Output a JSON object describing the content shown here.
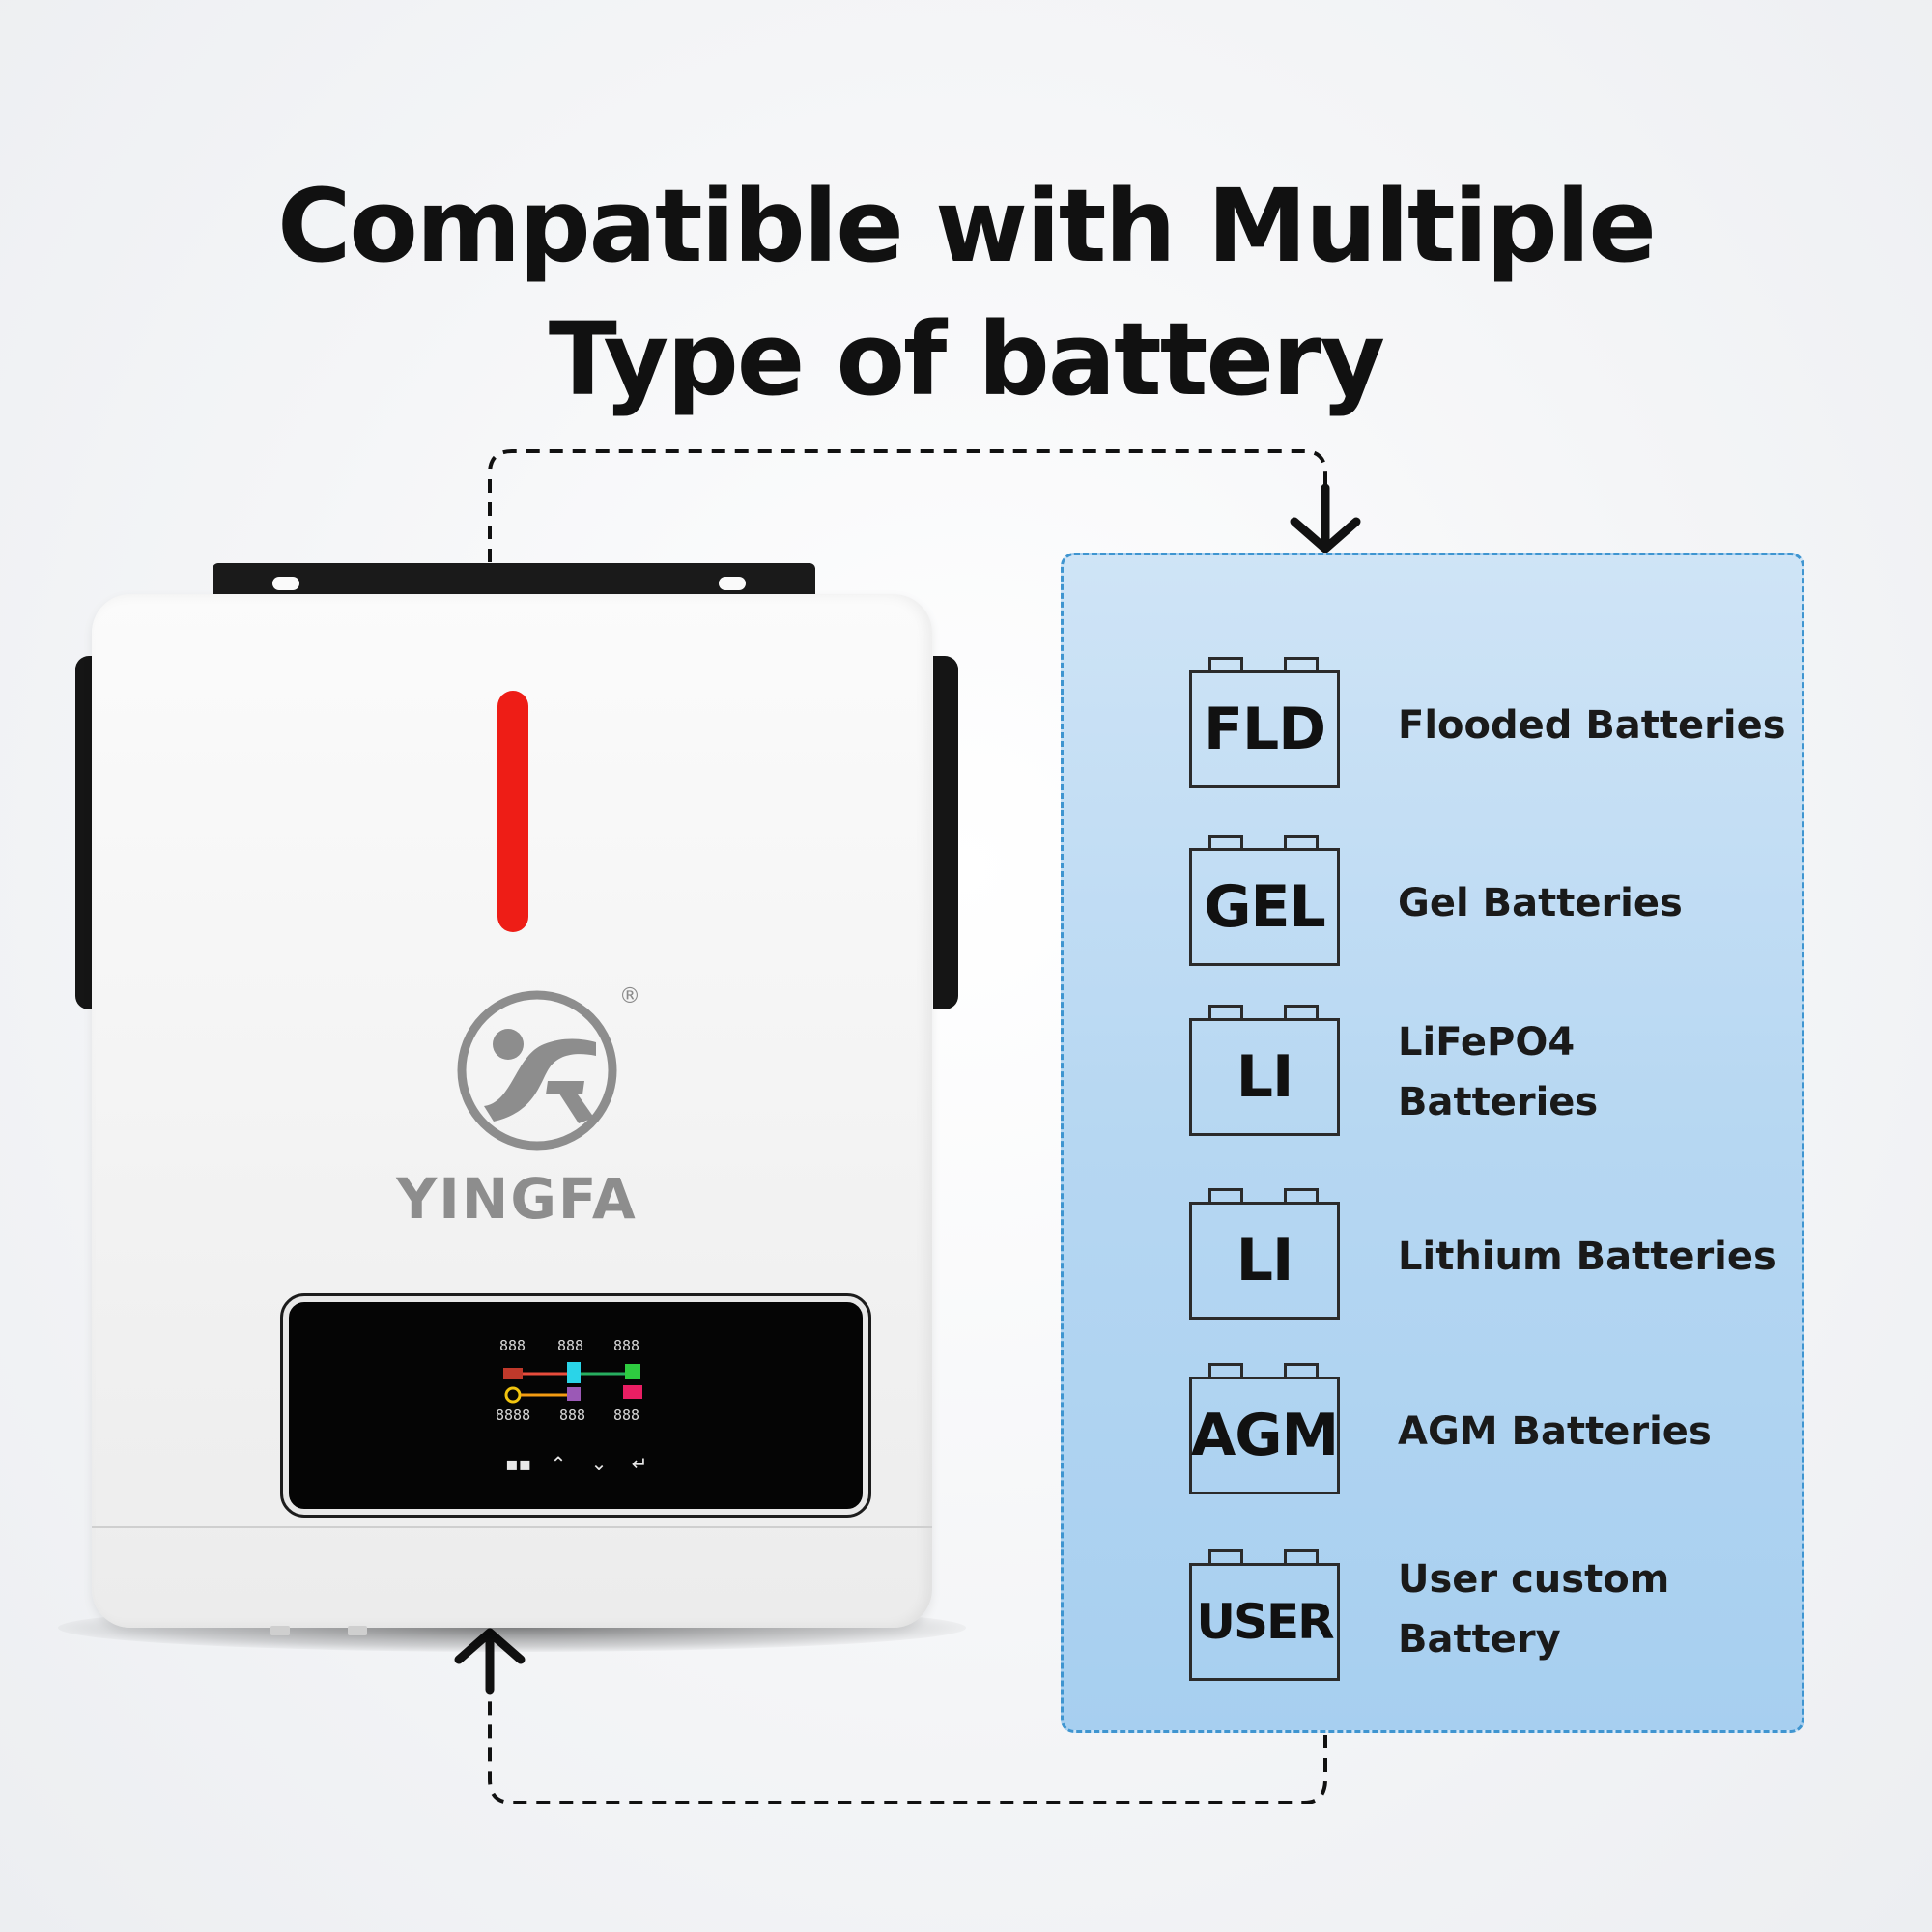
{
  "heading": {
    "line1": "Compatible with Multiple",
    "line2": "Type of battery"
  },
  "product": {
    "brand": "YINGFA",
    "registered_mark": "®",
    "logo_icon": "yingfa-logo-icon",
    "lcd_readouts": [
      "888",
      "888",
      "888",
      "8888",
      "888",
      "888"
    ],
    "keys": [
      {
        "icon": "menu-grid-icon",
        "glyph": "▪▪"
      },
      {
        "icon": "up-arrow-icon",
        "glyph": "⌃"
      },
      {
        "icon": "down-arrow-icon",
        "glyph": "⌄"
      },
      {
        "icon": "enter-icon",
        "glyph": "↵"
      }
    ]
  },
  "batteries": [
    {
      "code": "FLD",
      "label_line1": "Flooded Batteries",
      "label_line2": ""
    },
    {
      "code": "GEL",
      "label_line1": "Gel Batteries",
      "label_line2": ""
    },
    {
      "code": "LI",
      "label_line1": "LiFePO4",
      "label_line2": "Batteries"
    },
    {
      "code": "LI",
      "label_line1": "Lithium Batteries",
      "label_line2": ""
    },
    {
      "code": "AGM",
      "label_line1": "AGM Batteries",
      "label_line2": ""
    },
    {
      "code": "USER",
      "label_line1": "User custom",
      "label_line2": "Battery"
    }
  ],
  "colors": {
    "indicator_led": "#ee1d16",
    "panel_border": "#3f95d0",
    "panel_fill": "#b6d7f2",
    "heading_text": "#111111"
  }
}
